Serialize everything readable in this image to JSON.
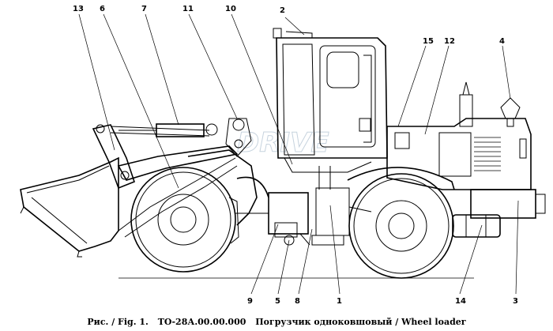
{
  "figure": {
    "caption_prefix": "Рис. / Fig. 1.",
    "caption_code": "ТО-28А.00.00.000",
    "caption_title": "Погрузчик одноковшовый / Wheel loader"
  },
  "callouts": [
    {
      "id": "13",
      "label": "13"
    },
    {
      "id": "6",
      "label": "6"
    },
    {
      "id": "7",
      "label": "7"
    },
    {
      "id": "11",
      "label": "11"
    },
    {
      "id": "10",
      "label": "10"
    },
    {
      "id": "2",
      "label": "2"
    },
    {
      "id": "15",
      "label": "15"
    },
    {
      "id": "12",
      "label": "12"
    },
    {
      "id": "4",
      "label": "4"
    },
    {
      "id": "9",
      "label": "9"
    },
    {
      "id": "5",
      "label": "5"
    },
    {
      "id": "8",
      "label": "8"
    },
    {
      "id": "1",
      "label": "1"
    },
    {
      "id": "14",
      "label": "14"
    },
    {
      "id": "3",
      "label": "3"
    }
  ],
  "watermark": {
    "text": "DRIVE"
  }
}
